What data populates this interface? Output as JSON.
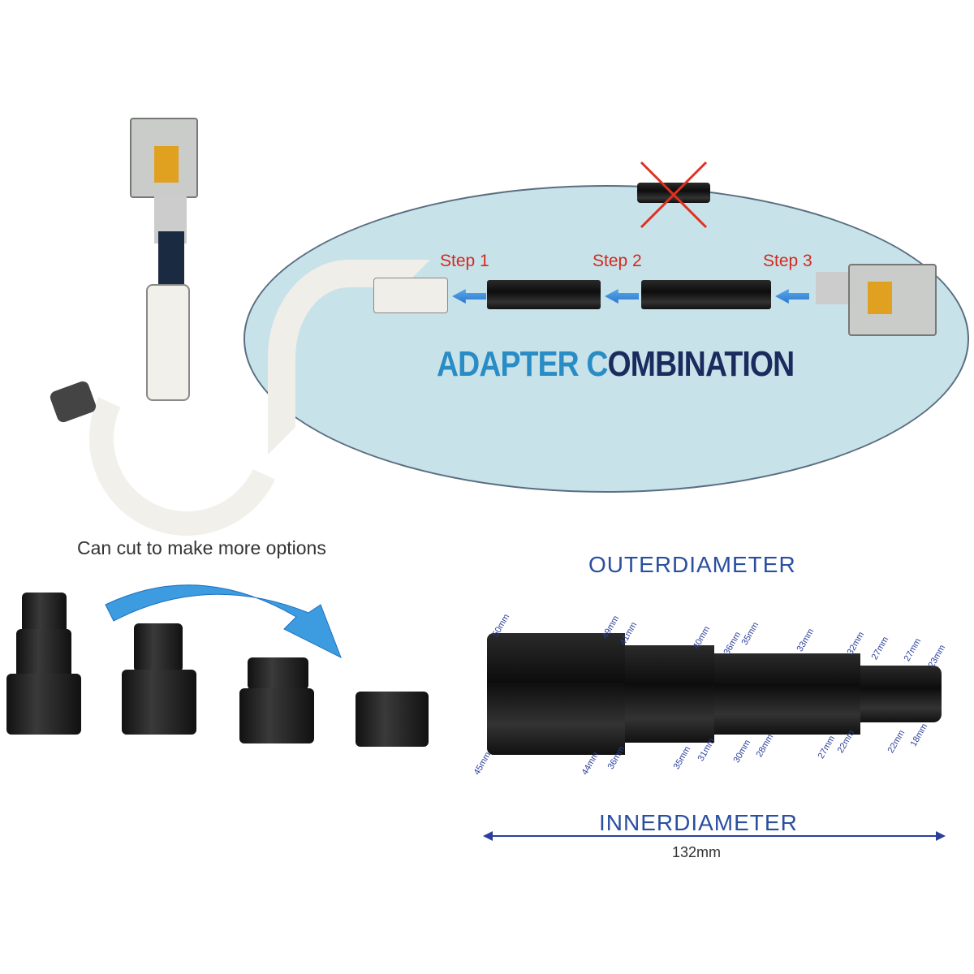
{
  "steps": [
    "Step 1",
    "Step 2",
    "Step 3"
  ],
  "combo_title": {
    "part1": "ADAPTER C",
    "part2": "OMBINATION"
  },
  "cut_caption": "Can cut to make more options",
  "outer_label": "OUTERDIAMETER",
  "inner_label": "INNERDIAMETER",
  "length_label": "132mm",
  "outer_dims": [
    "50mm",
    "49mm",
    "41mm",
    "40mm",
    "36mm",
    "35mm",
    "33mm",
    "32mm",
    "27mm",
    "27mm",
    "23mm"
  ],
  "inner_dims": [
    "45mm",
    "44mm",
    "36mm",
    "35mm",
    "31mm",
    "30mm",
    "28mm",
    "27mm",
    "22mm",
    "22mm",
    "18mm"
  ],
  "colors": {
    "ellipse": "#c8e2ea",
    "step": "#d12a1e",
    "accent": "#2a8cc4",
    "navy": "#1a2b5e",
    "dims": "#2b3f9a"
  }
}
